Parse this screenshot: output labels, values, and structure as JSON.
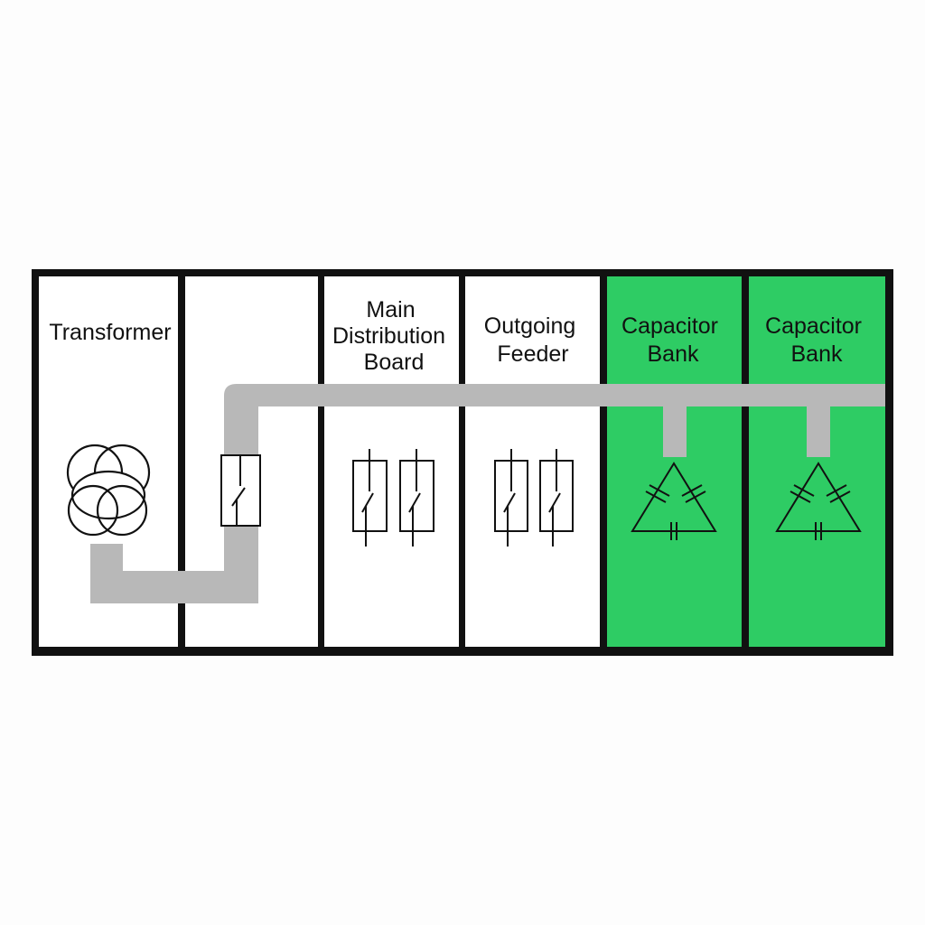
{
  "colors": {
    "frame": "#111111",
    "panel": "#ffffff",
    "capacitor_panel": "#2ecc64",
    "busbar": "#b8b8b8",
    "symbol": "#111111"
  },
  "panels": [
    {
      "key": "transformer",
      "label_lines": [
        "Transformer"
      ],
      "highlight": false,
      "symbol": "transformer-icon"
    },
    {
      "key": "incomer",
      "label_lines": [],
      "highlight": false,
      "symbol": "switch-icon"
    },
    {
      "key": "main-distribution-board",
      "label_lines": [
        "Main",
        "Distribution",
        "Board"
      ],
      "highlight": false,
      "symbol": "breaker-pair-icon"
    },
    {
      "key": "outgoing-feeder",
      "label_lines": [
        "Outgoing",
        "Feeder"
      ],
      "highlight": false,
      "symbol": "breaker-pair-icon"
    },
    {
      "key": "capacitor-bank-1",
      "label_lines": [
        "Capacitor",
        "Bank"
      ],
      "highlight": true,
      "symbol": "delta-capacitor-icon"
    },
    {
      "key": "capacitor-bank-2",
      "label_lines": [
        "Capacitor",
        "Bank"
      ],
      "highlight": true,
      "symbol": "delta-capacitor-icon"
    }
  ]
}
